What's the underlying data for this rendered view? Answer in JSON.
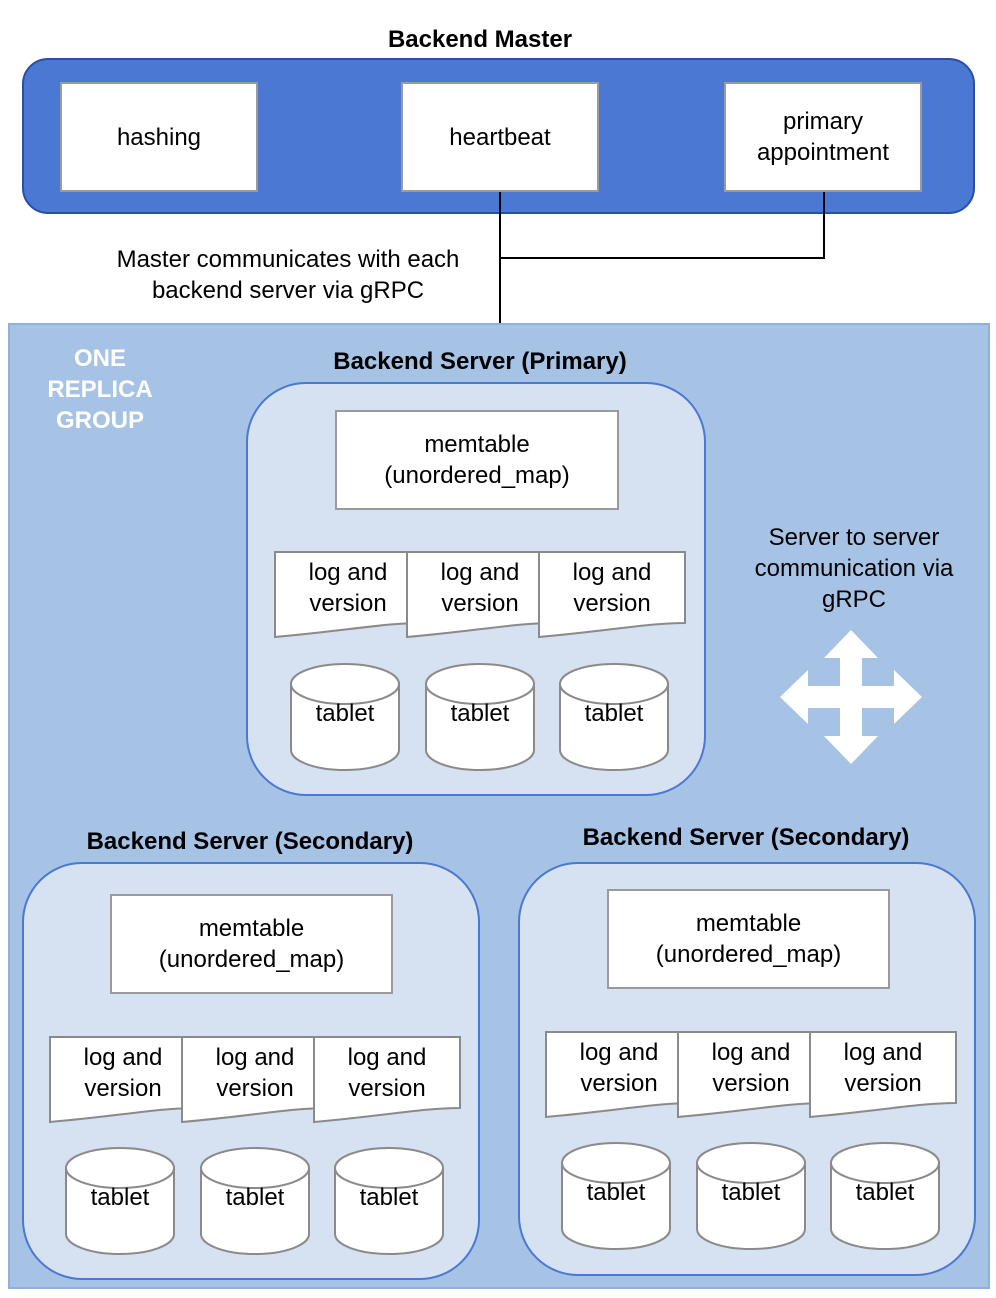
{
  "master": {
    "title": "Backend Master",
    "components": [
      "hashing",
      "heartbeat",
      "primary appointment"
    ]
  },
  "master_note": "Master communicates with each backend server via gRPC",
  "replica_group": {
    "label": "ONE REPLICA GROUP",
    "peer_note": "Server to server communication via gRPC",
    "servers": [
      {
        "title": "Backend Server (Primary)",
        "memtable": "memtable (unordered_map)",
        "logs": [
          "log and version",
          "log and version",
          "log and version"
        ],
        "tablets": [
          "tablet",
          "tablet",
          "tablet"
        ]
      },
      {
        "title": "Backend Server (Secondary)",
        "memtable": "memtable (unordered_map)",
        "logs": [
          "log and version",
          "log and version",
          "log and version"
        ],
        "tablets": [
          "tablet",
          "tablet",
          "tablet"
        ]
      },
      {
        "title": "Backend Server (Secondary)",
        "memtable": "memtable (unordered_map)",
        "logs": [
          "log and version",
          "log and version",
          "log and version"
        ],
        "tablets": [
          "tablet",
          "tablet",
          "tablet"
        ]
      }
    ]
  },
  "colors": {
    "master_fill": "#4a78d2",
    "replica_fill": "#a6c2e4",
    "server_fill": "#d6e2f1",
    "server_border": "#4a78d2"
  },
  "icons": {
    "peer_arrows": "four-way-arrow-icon"
  }
}
